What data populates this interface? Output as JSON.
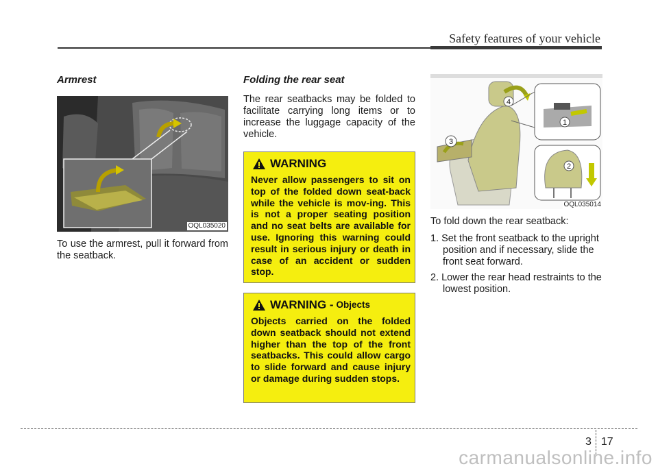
{
  "header": {
    "title": "Safety features of your vehicle"
  },
  "armrest": {
    "heading": "Armrest",
    "figure_code": "OQL035020",
    "body": "To use the armrest, pull it forward from the seatback."
  },
  "folding": {
    "heading": "Folding the rear seat",
    "intro": "The rear seatbacks may be folded to facilitate carrying long items or to increase the luggage capacity of the vehicle.",
    "figure_code": "OQL035014",
    "figure_callouts": [
      "1",
      "2",
      "3",
      "4"
    ],
    "lead": "To fold down the rear seatback:",
    "steps": [
      "1. Set the front seatback to the upright position and if necessary, slide the front seat forward.",
      "2. Lower the rear head restraints to the lowest position."
    ]
  },
  "warnings": [
    {
      "title": "WARNING",
      "subtitle": "",
      "text": "Never allow passengers to sit on top of the folded down seat-back while the vehicle is mov-ing. This is not a proper seating position and no seat belts are available for use. Ignoring this warning could result in serious injury or death in case of an accident or sudden stop."
    },
    {
      "title": "WARNING -",
      "subtitle": "Objects",
      "text": "Objects carried on the folded down seatback should not extend higher than the top of the front seatbacks. This could allow cargo to slide forward and cause injury or damage during sudden stops."
    }
  ],
  "footer": {
    "chapter": "3",
    "page": "17"
  },
  "watermark": "carmanualsonline.info",
  "colors": {
    "warning_bg": "#f5ee0f",
    "rule": "#333333"
  }
}
